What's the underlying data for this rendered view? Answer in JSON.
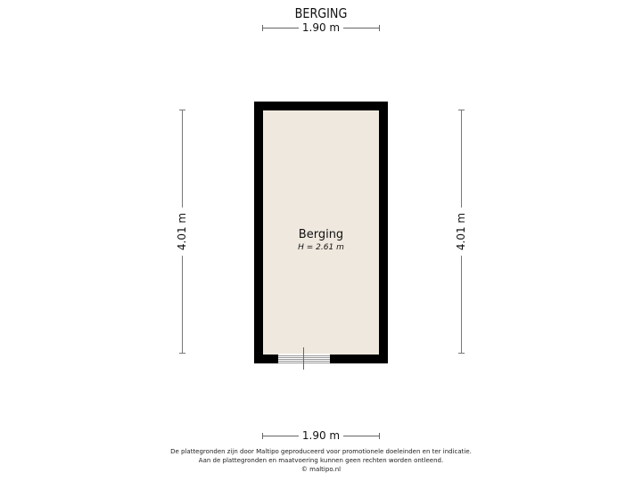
{
  "title": "BERGING",
  "dimensions": {
    "top_width": "1.90 m",
    "bottom_width": "1.90 m",
    "left_height": "4.01 m",
    "right_height": "4.01 m"
  },
  "room": {
    "name": "Berging",
    "height_label": "H = 2.61 m",
    "floor_color": "#efe8de",
    "wall_color": "#000000"
  },
  "disclaimer": {
    "line1": "De plattegronden zijn door Maltipo geproduceerd voor promotionele doeleinden en ter indicatie.",
    "line2": "Aan de plattegronden en maatvoering kunnen geen rechten worden ontleend.",
    "line3": "© maltipo.nl"
  }
}
